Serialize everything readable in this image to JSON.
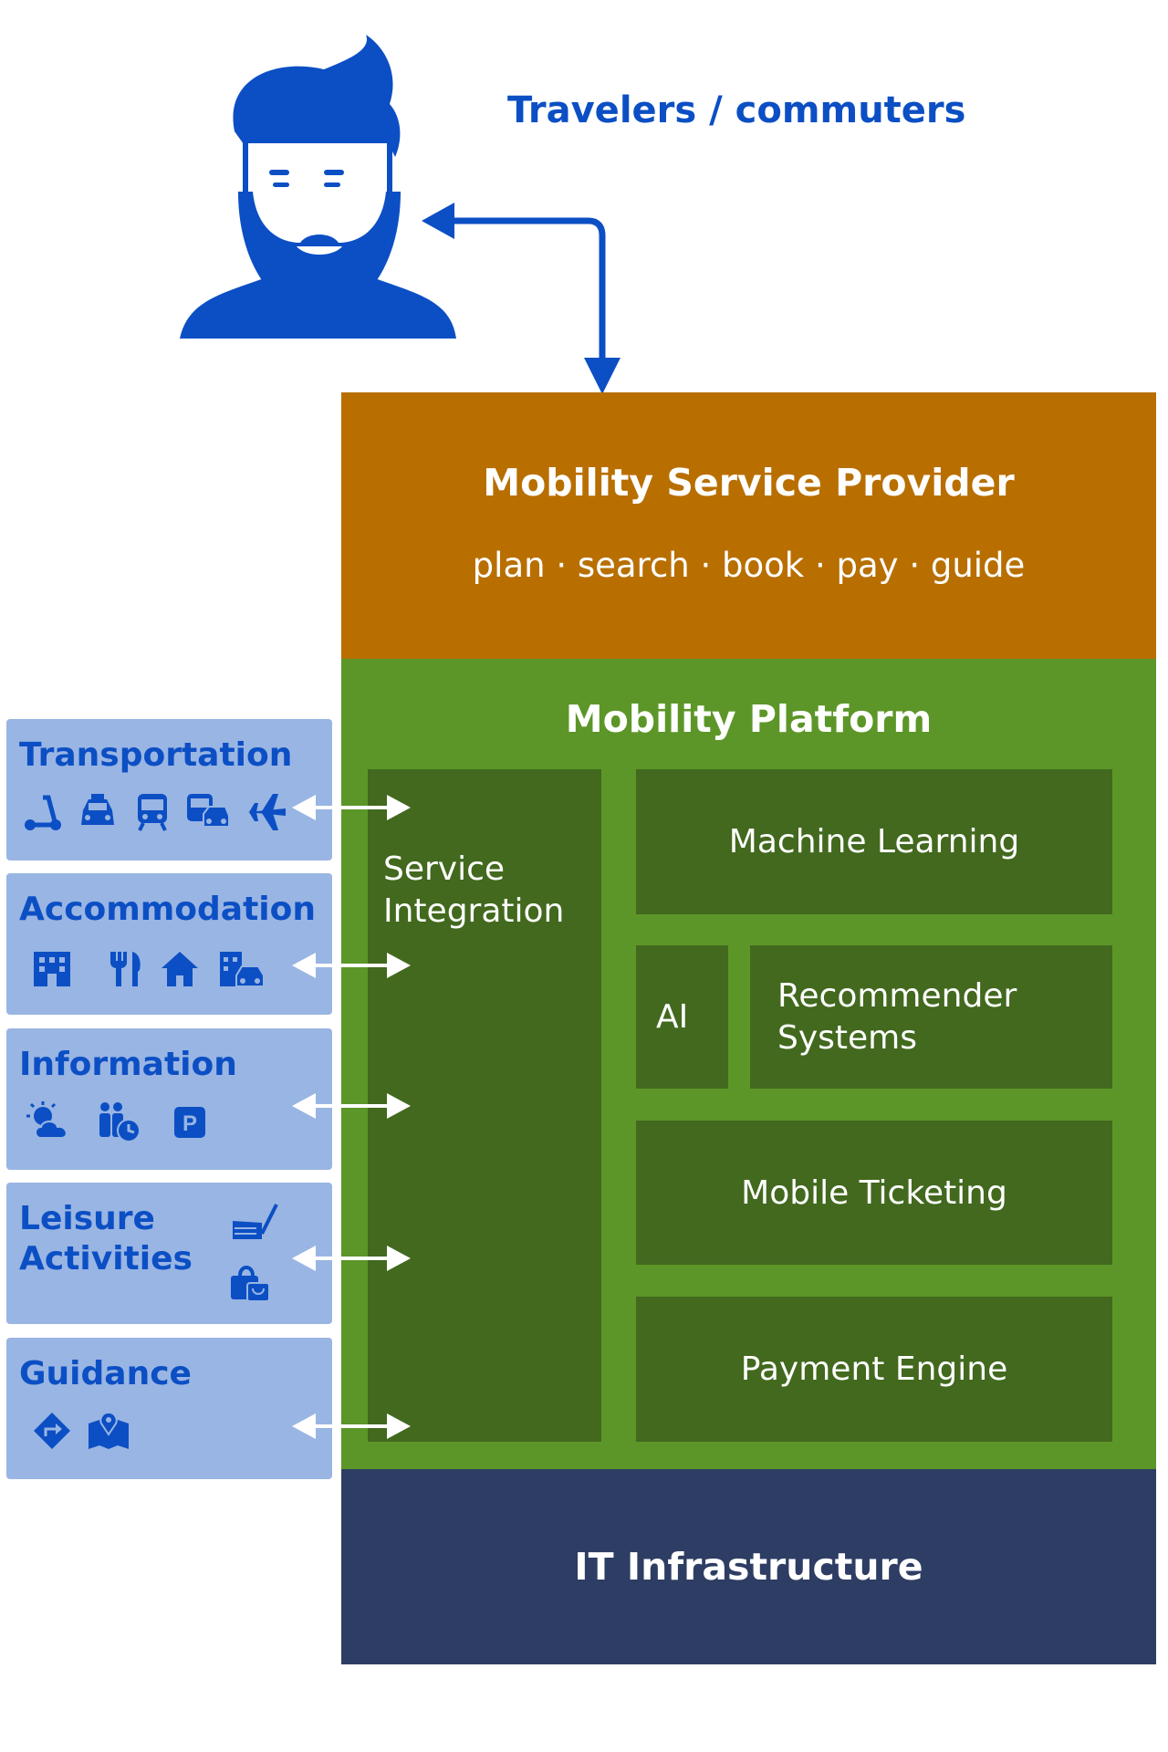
{
  "traveler": {
    "label": "Travelers / commuters",
    "icon": "bearded-person-icon"
  },
  "msp": {
    "title": "Mobility Service Provider",
    "subtitle": "plan · search · book · pay · guide"
  },
  "platform": {
    "title": "Mobility Platform",
    "service_integration": "Service Integration",
    "machine_learning": "Machine Learning",
    "ai": "AI",
    "recommender": "Recommender Systems",
    "mobile_ticketing": "Mobile Ticketing",
    "payment_engine": "Payment Engine"
  },
  "infrastructure": {
    "label": "IT Infrastructure"
  },
  "categories": [
    {
      "title": "Transportation",
      "icons": [
        "scooter-icon",
        "taxi-icon",
        "train-icon",
        "bus-car-icon",
        "plane-icon"
      ]
    },
    {
      "title": "Accommodation",
      "icons": [
        "hotel-icon",
        "restaurant-icon",
        "home-icon",
        "building-car-icon"
      ]
    },
    {
      "title": "Information",
      "icons": [
        "weather-icon",
        "crowd-time-icon",
        "parking-icon"
      ]
    },
    {
      "title": "Leisure Activities",
      "icons": [
        "ski-icon",
        "shopping-icon"
      ]
    },
    {
      "title": "Guidance",
      "icons": [
        "direction-sign-icon",
        "map-pin-icon"
      ]
    }
  ],
  "colors": {
    "accent_blue": "#0c4fc4",
    "provider": "#b86f00",
    "platform": "#5c9628",
    "platform_module": "#42691e",
    "infrastructure": "#2e3d63",
    "category_box": "#99b5e3"
  }
}
